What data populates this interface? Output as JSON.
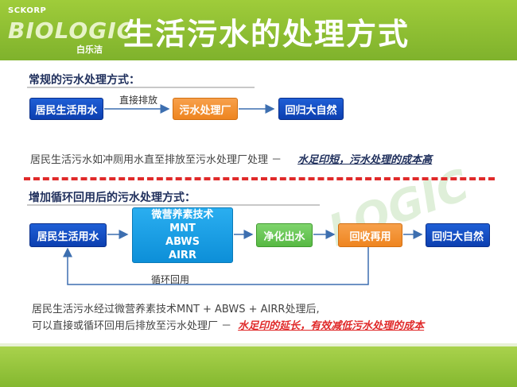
{
  "header": {
    "logo_top": "SCKORP",
    "logo_main": "BIOLOGIC",
    "logo_sub": "白乐洁",
    "title": "生活污水的处理方式"
  },
  "section1": {
    "title": "常规的污水处理方式：",
    "nodes": [
      "居民生活用水",
      "污水处理厂",
      "回归大自然"
    ],
    "arrow_label": "直接排放",
    "note_text": "居民生活污水如冲厕用水直至排放至污水处理厂处理   －",
    "note_emphasis": "水足印短，污水处理的成本高"
  },
  "section2": {
    "title": "增加循环回用后的污水处理方式：",
    "nodes": {
      "source": "居民生活用水",
      "tech_title": "微营养素技术",
      "tech_items": [
        "MNT",
        "ABWS",
        "AIRR"
      ],
      "clean": "净化出水",
      "reuse": "回收再用",
      "nature": "回归大自然"
    },
    "loop_label": "循环回用",
    "note_line1": "居民生活污水经过微营养素技术MNT + ABWS + AIRR处理后,",
    "note_line2": "可以直接或循环回用后排放至污水处理厂  －",
    "note_emphasis": "水足印的延长，有效减低污水处理的成本"
  },
  "watermark": "LOGIC",
  "colors": {
    "header_green": "#8fbf30",
    "box_blue": "#0c3fb0",
    "box_orange": "#ee8520",
    "box_cyan": "#0d8fd8",
    "box_green": "#57b943",
    "divider_red": "#e02a2a",
    "emphasis_red": "#e02a2a"
  }
}
